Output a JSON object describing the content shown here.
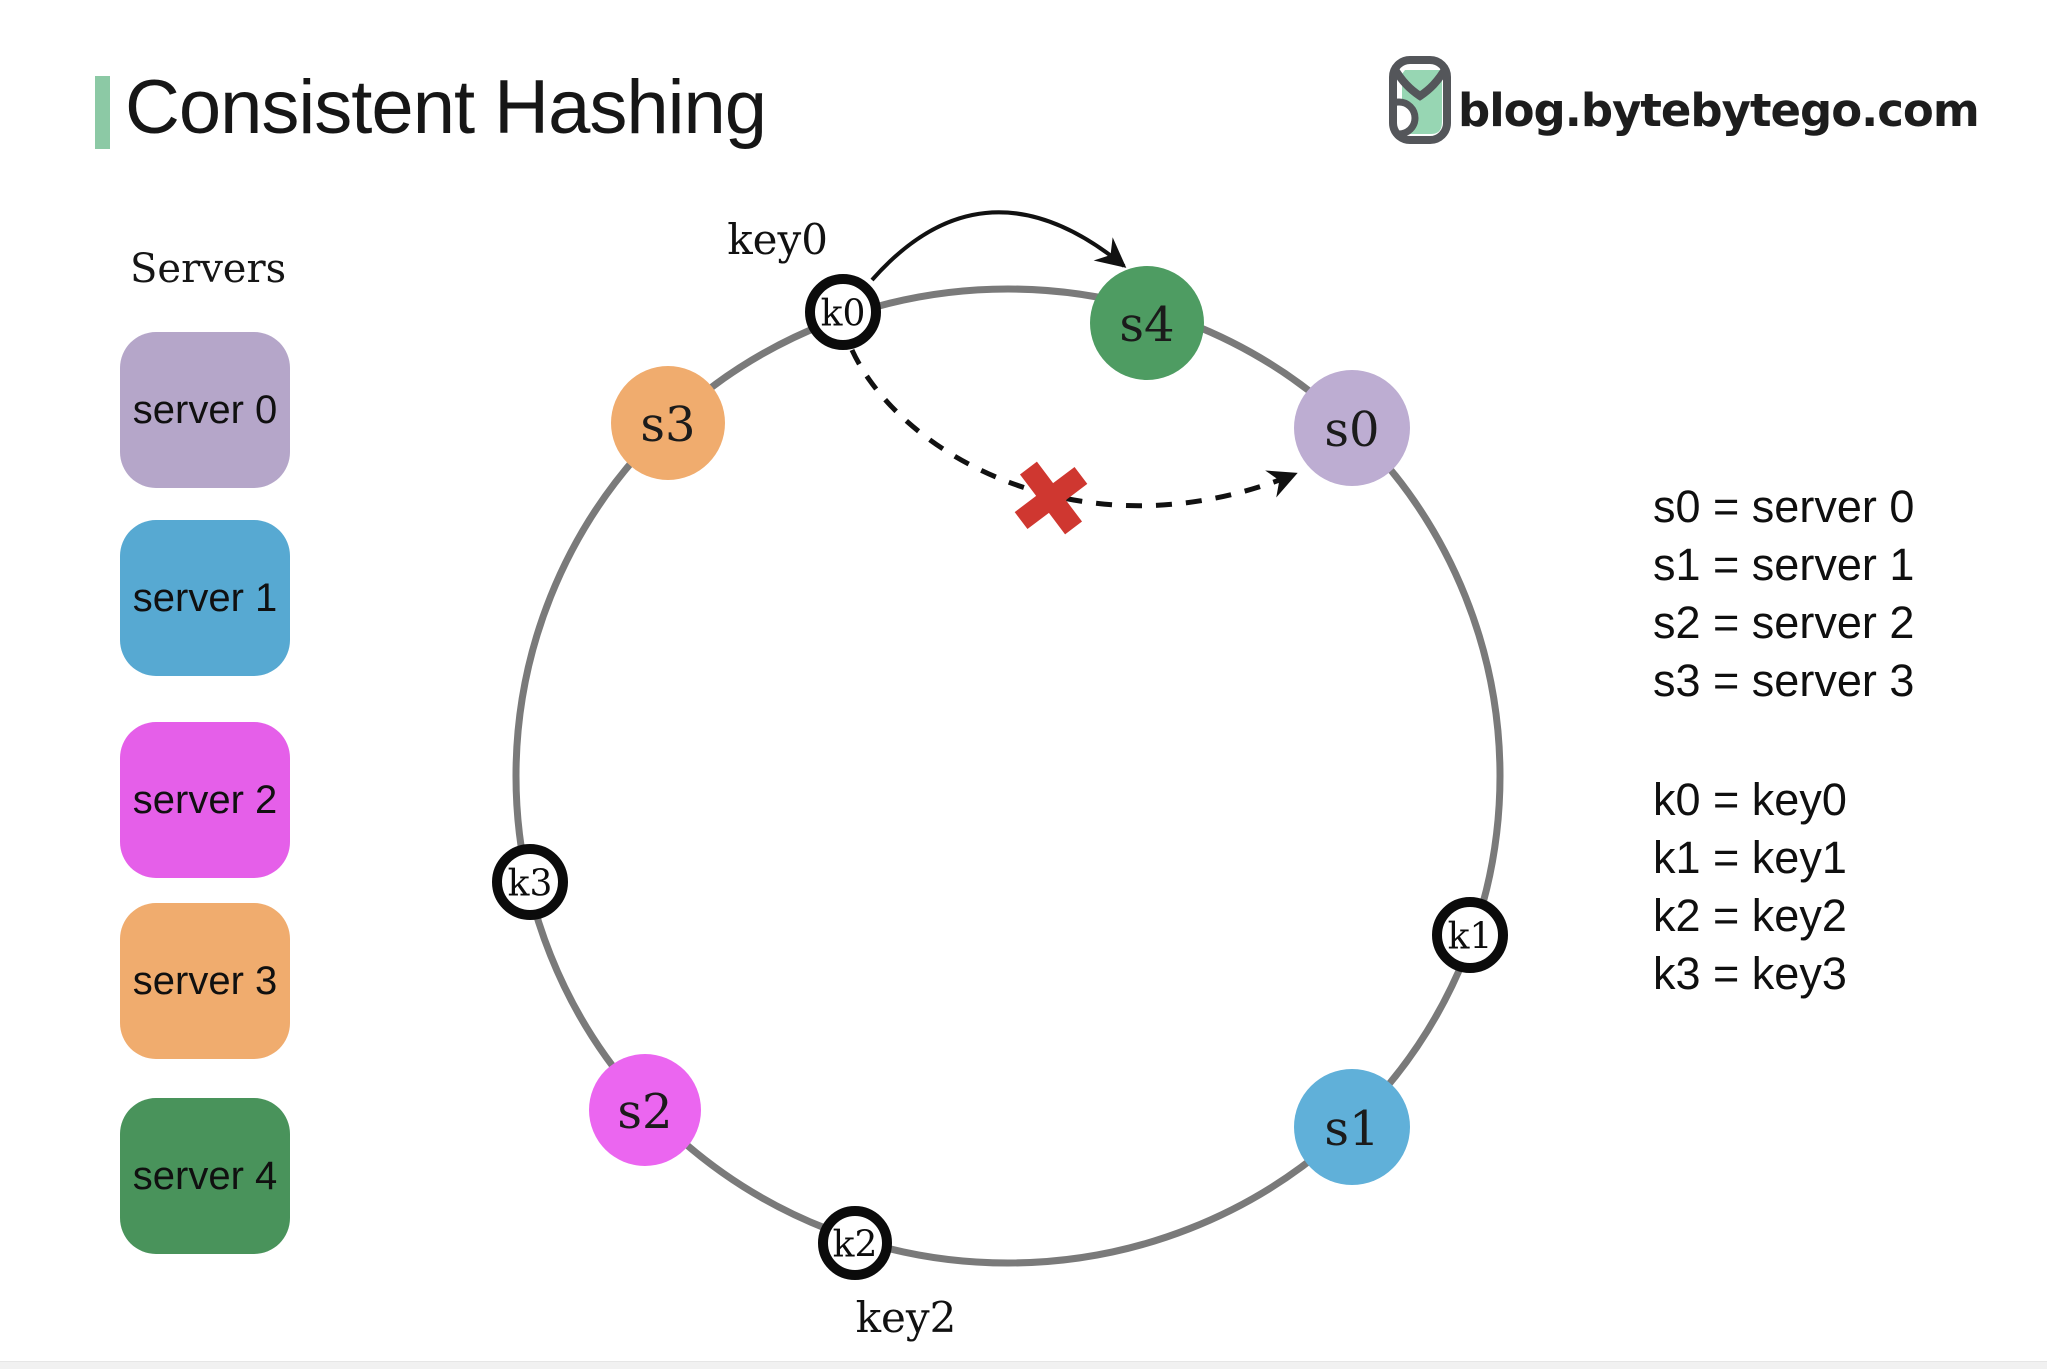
{
  "header": {
    "title": "Consistent Hashing",
    "brand": "blog.bytebytego.com",
    "accent_color": "#8cc9a5",
    "logo_green": "#97d6b3"
  },
  "sidebar": {
    "heading": "Servers",
    "items": [
      {
        "label": "server 0",
        "color": "#b5a6c9"
      },
      {
        "label": "server 1",
        "color": "#57a9d2"
      },
      {
        "label": "server 2",
        "color": "#e55fe9"
      },
      {
        "label": "server 3",
        "color": "#f0ac6e"
      },
      {
        "label": "server 4",
        "color": "#49935b"
      }
    ]
  },
  "ring": {
    "stroke": "#7a7a7a",
    "cross_color": "#cf3730",
    "server_nodes": [
      {
        "label": "s3",
        "color": "#f0ac6e"
      },
      {
        "label": "s4",
        "color": "#4e9c62"
      },
      {
        "label": "s0",
        "color": "#bdadd2"
      },
      {
        "label": "s1",
        "color": "#60b0d9"
      },
      {
        "label": "s2",
        "color": "#eb66f0"
      }
    ],
    "key_nodes": [
      {
        "label": "k0"
      },
      {
        "label": "k1"
      },
      {
        "label": "k2"
      },
      {
        "label": "k3"
      }
    ],
    "annotations": {
      "k0": "key0",
      "k2": "key2"
    }
  },
  "legend": {
    "servers": [
      "s0 = server 0",
      "s1 = server 1",
      "s2 = server 2",
      "s3 = server 3"
    ],
    "keys": [
      "k0 = key0",
      "k1 = key1",
      "k2 = key2",
      "k3 = key3"
    ]
  }
}
